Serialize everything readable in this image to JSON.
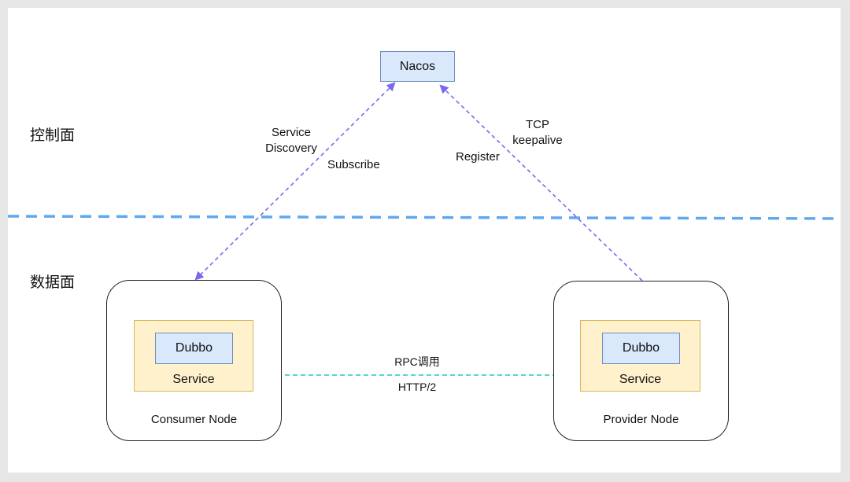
{
  "planes": {
    "control": "控制面",
    "data": "数据面"
  },
  "registry": {
    "label": "Nacos"
  },
  "consumer": {
    "node_label": "Consumer Node",
    "framework_label": "Dubbo",
    "service_label": "Service"
  },
  "provider": {
    "node_label": "Provider Node",
    "framework_label": "Dubbo",
    "service_label": "Service"
  },
  "edges": {
    "discovery": {
      "label_line1": "Service",
      "label_line2": "Discovery",
      "label_extra": "Subscribe"
    },
    "register": {
      "label": "Register",
      "keepalive_line1": "TCP",
      "keepalive_line2": "keepalive"
    },
    "rpc": {
      "label_top": "RPC调用",
      "label_bottom": "HTTP/2"
    }
  },
  "colors": {
    "plane_divider": "#5ea9ef",
    "discovery_arrow": "#7b68ee",
    "rpc_arrow": "#26c6b0",
    "blue_fill": "#dae8fc",
    "blue_stroke": "#6c8ebf",
    "service_fill": "#fff1cc",
    "service_stroke": "#d6b656"
  }
}
